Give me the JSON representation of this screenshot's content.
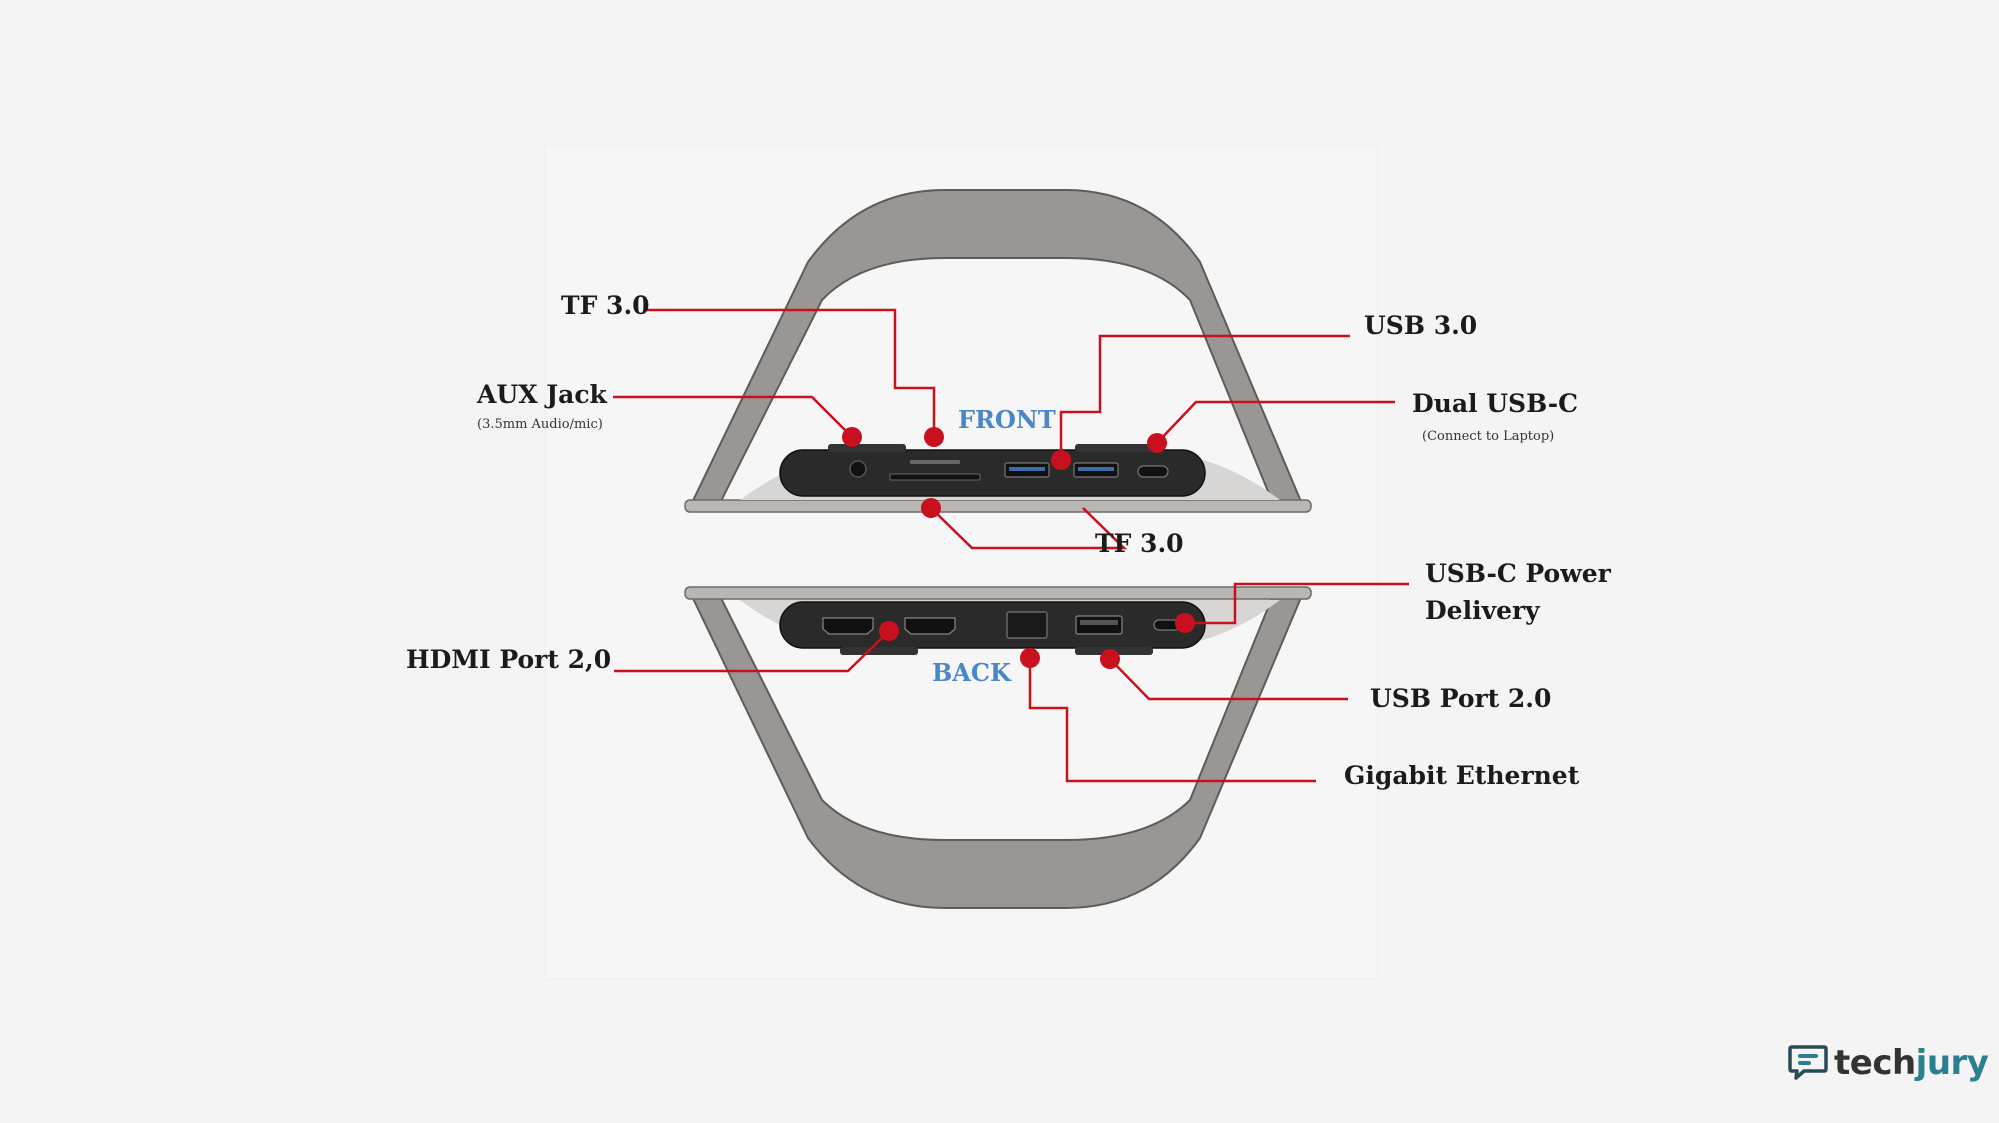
{
  "labels": {
    "tf_top": "TF 3.0",
    "aux": "AUX Jack",
    "aux_sub": "(3.5mm Audio/mic)",
    "usb30": "USB 3.0",
    "dual_usbc": "Dual USB-C",
    "dual_usbc_sub": "(Connect to Laptop)",
    "tf_bottom": "TF 3.0",
    "usbc_pd_line1": "USB-C Power",
    "usbc_pd_line2": "Delivery",
    "hdmi": "HDMI Port 2,0",
    "usb20": "USB Port 2.0",
    "ethernet": "Gigabit Ethernet"
  },
  "sides": {
    "front": "FRONT",
    "back": "BACK"
  },
  "logo": {
    "part1": "tech",
    "part2": "jury",
    "icon": "chat-bubble-icon"
  },
  "colors": {
    "callout": "#c8101e",
    "side_label": "#4a86c8",
    "brand": "#2c7f8f"
  }
}
